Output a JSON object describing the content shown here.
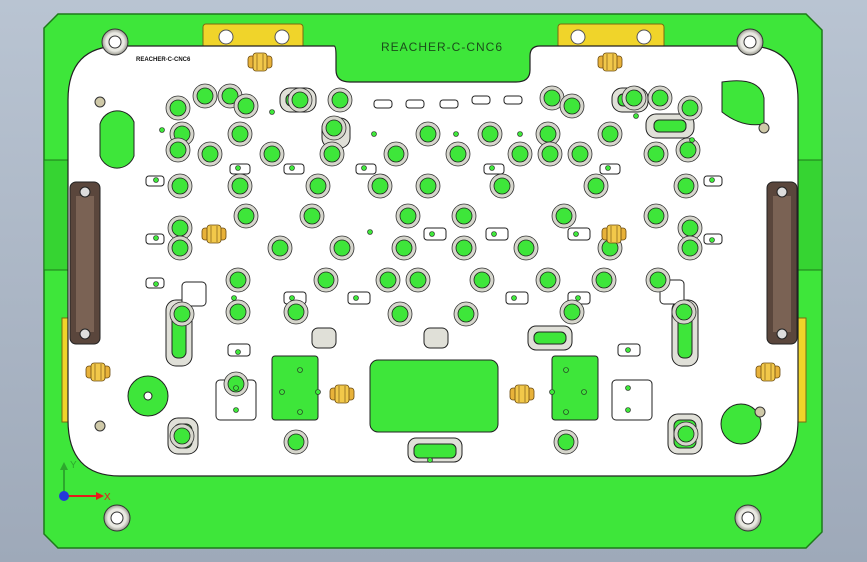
{
  "part": {
    "large_label": "REACHER-C-CNC6",
    "small_label": "REACHER-C-CNC6"
  },
  "axes": {
    "x_label": "X",
    "y_label": "Y"
  },
  "colors": {
    "background_top": "#b9c4d2",
    "base_plate": "#3ee63a",
    "base_plate_edge": "#1d7a1a",
    "top_plate": "#ffffff",
    "bore": "#3ee63a",
    "boss_ring": "#c8c8bc",
    "handle": "#6e5548",
    "clamp_yellow": "#f0d42a",
    "x_axis": "#e41b1b",
    "y_axis": "#2da82d",
    "z_axis": "#2438d8"
  }
}
